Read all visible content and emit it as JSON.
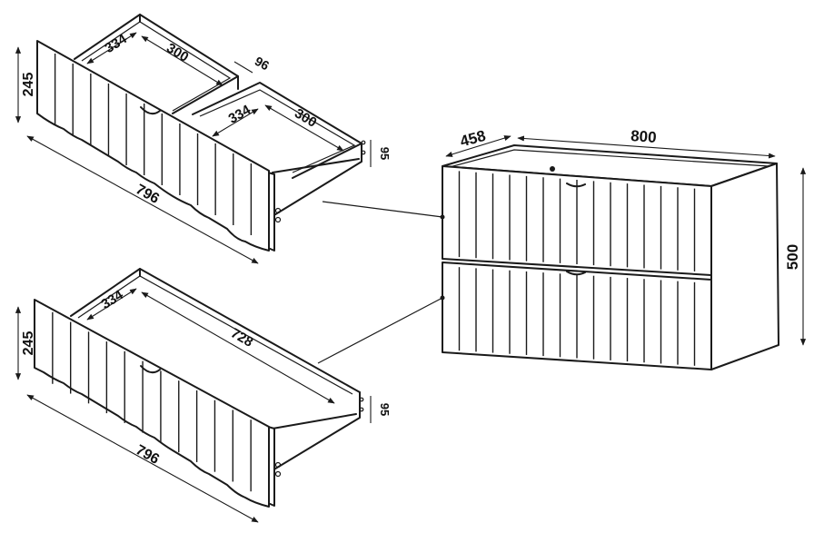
{
  "cabinet": {
    "width_label": "800",
    "depth_label": "458",
    "height_label": "500"
  },
  "top_drawer": {
    "height_label": "245",
    "length_label": "796",
    "left_depth_label": "334",
    "left_width_label": "300",
    "divider_label": "96",
    "right_depth_label": "334",
    "right_width_label": "300",
    "side_label": "95"
  },
  "bottom_drawer": {
    "height_label": "245",
    "length_label": "796",
    "depth_label": "334",
    "inner_length_label": "728",
    "side_label": "95"
  },
  "colors": {
    "line": "#1a1a1a",
    "background": "#ffffff"
  }
}
